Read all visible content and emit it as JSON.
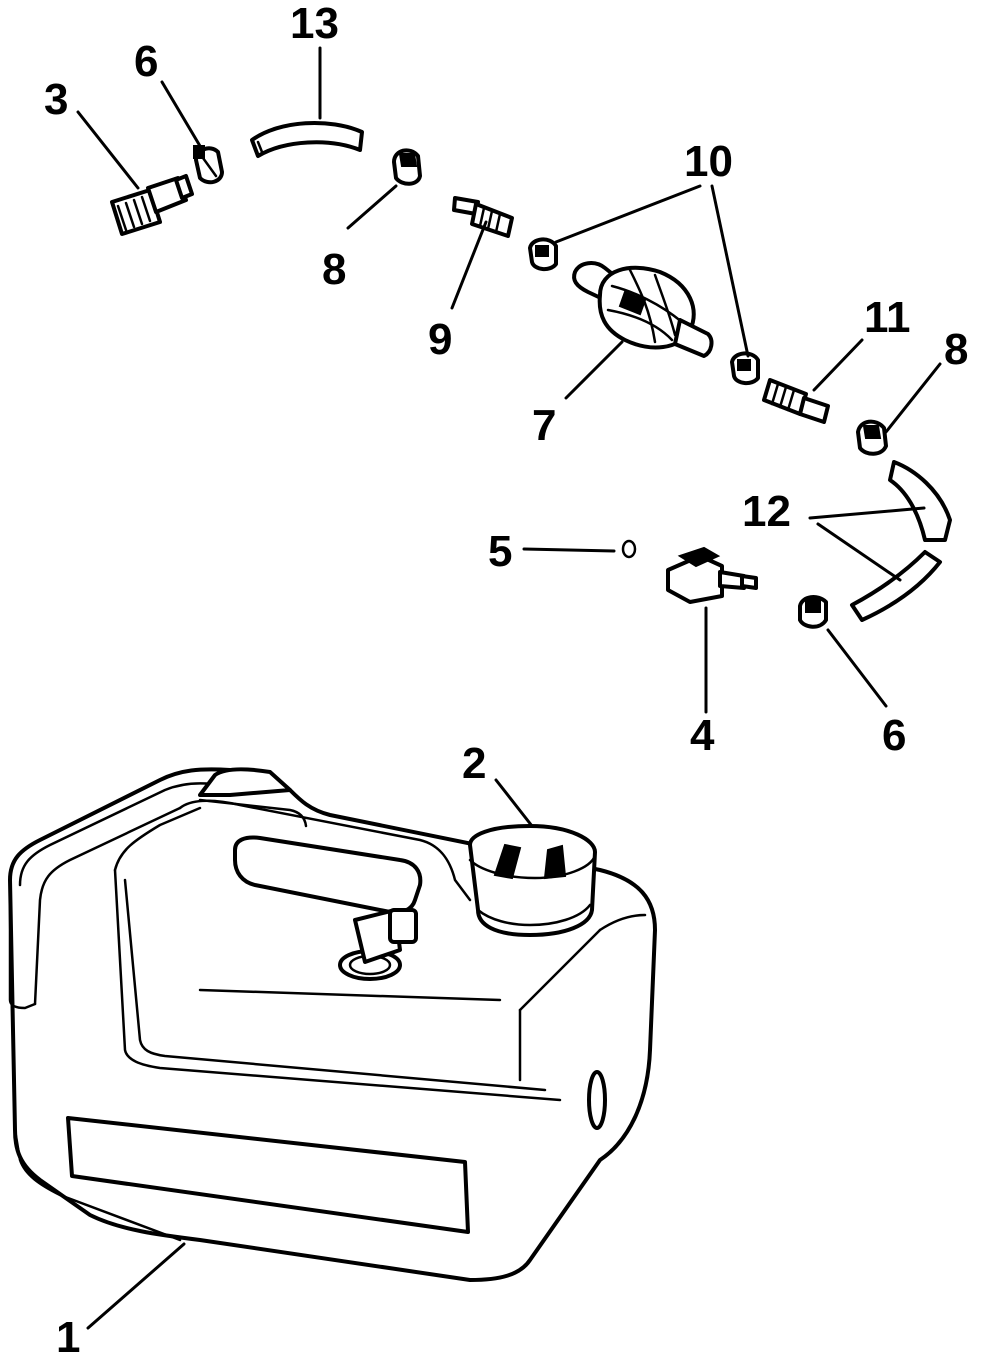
{
  "colors": {
    "ink": "#000000",
    "paper": "#ffffff"
  },
  "callouts": {
    "c1": "1",
    "c2": "2",
    "c3": "3",
    "c4": "4",
    "c5": "5",
    "c6a": "6",
    "c6b": "6",
    "c7": "7",
    "c8a": "8",
    "c8b": "8",
    "c9": "9",
    "c10": "10",
    "c11": "11",
    "c12": "12",
    "c13": "13"
  }
}
